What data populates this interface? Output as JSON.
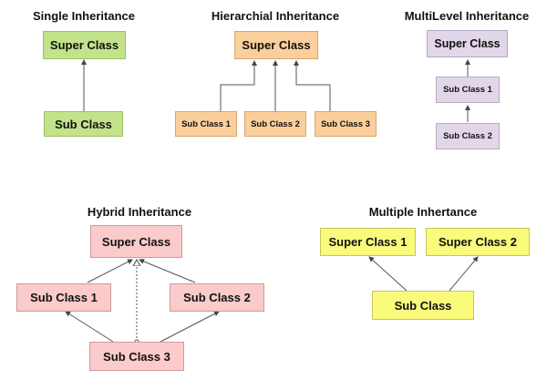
{
  "diagrams": {
    "single": {
      "title": "Single Inheritance",
      "super": "Super Class",
      "sub": "Sub Class"
    },
    "hierarchical": {
      "title": "Hierarchial Inheritance",
      "super": "Super Class",
      "subs": [
        "Sub Class 1",
        "Sub Class 2",
        "Sub Class 3"
      ]
    },
    "multilevel": {
      "title": "MultiLevel Inheritance",
      "super": "Super Class",
      "sub1": "Sub Class 1",
      "sub2": "Sub Class 2"
    },
    "hybrid": {
      "title": "Hybrid Inheritance",
      "super": "Super Class",
      "sub1": "Sub Class 1",
      "sub2": "Sub Class 2",
      "sub3": "Sub Class 3"
    },
    "multiple": {
      "title": "Multiple Inhertance",
      "super1": "Super Class 1",
      "super2": "Super Class 2",
      "sub": "Sub Class"
    }
  },
  "colors": {
    "single": "#c3e38a",
    "hierarchical": "#fbcf9c",
    "multilevel": "#e2d6e9",
    "hybrid": "#fbcaca",
    "multiple": "#fafa7d",
    "arrow": "#555555"
  }
}
